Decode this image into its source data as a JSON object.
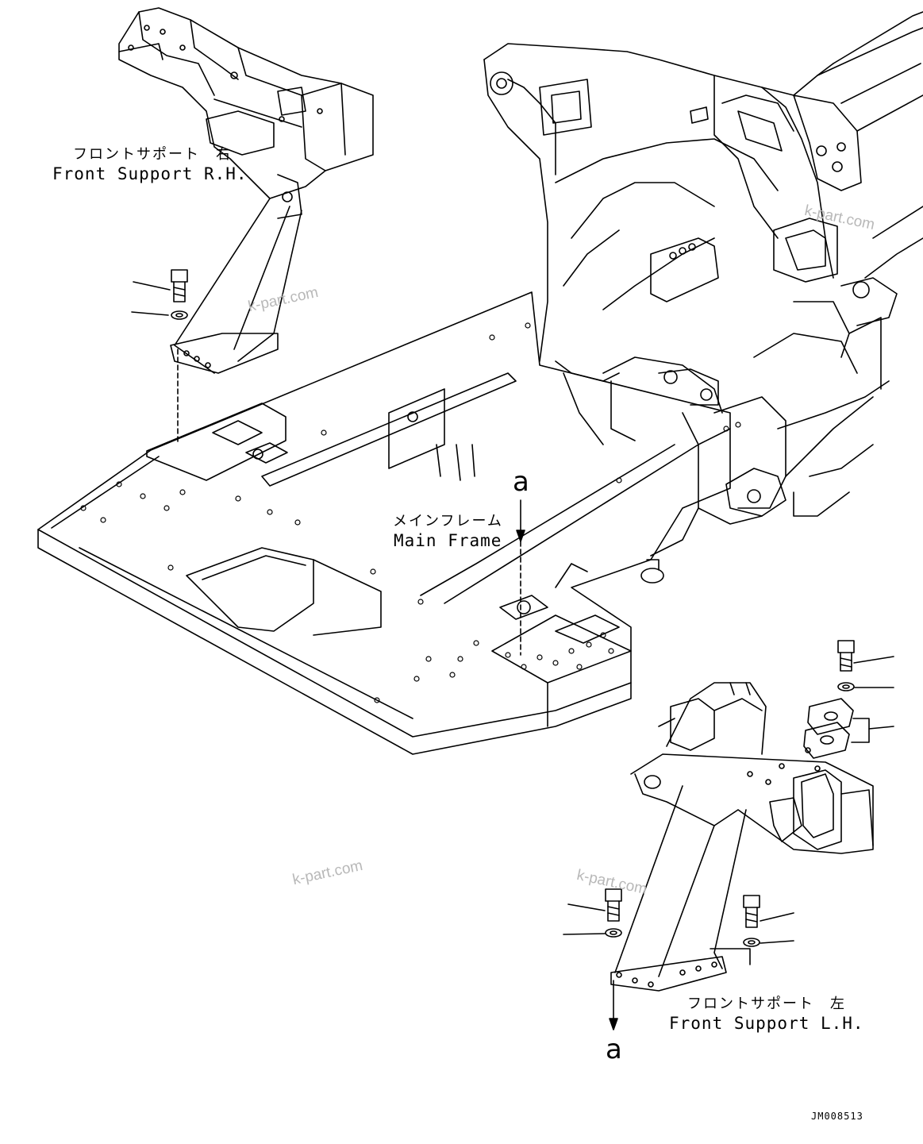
{
  "labels": {
    "front_support_rh_jp": "フロントサポート　右",
    "front_support_rh_en": "Front Support R.H.",
    "main_frame_jp": "メインフレーム",
    "main_frame_en": "Main Frame",
    "front_support_lh_jp": "フロントサポート　左",
    "front_support_lh_en": "Front Support L.H."
  },
  "reference_marks": {
    "upper": "a",
    "lower": "a"
  },
  "watermarks": [
    "k-part.com",
    "k-part.com",
    "k-part.com",
    "k-part.com"
  ],
  "drawing_code": "JM008513"
}
